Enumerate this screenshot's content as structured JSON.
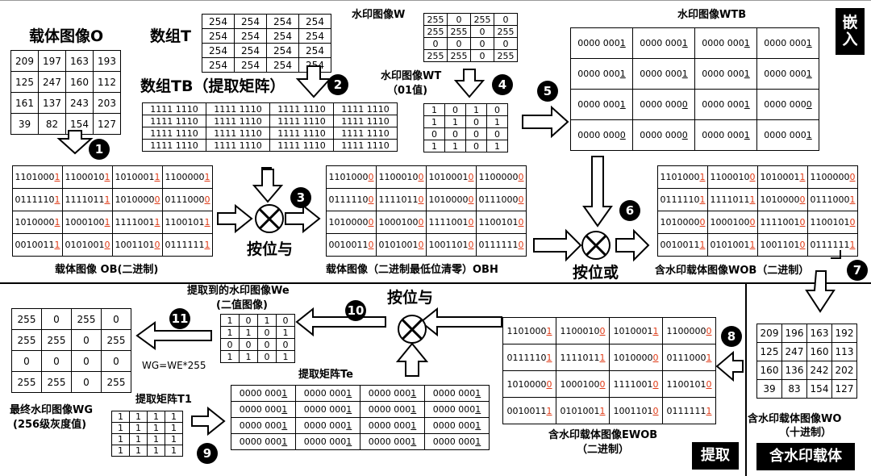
{
  "labels": {
    "o_title": "载体图像O",
    "t_title": "数组T",
    "tb_title": "数组TB（提取矩阵）",
    "w_title": "水印图像W",
    "wt_title_1": "水印图像WT",
    "wt_title_2": "（01值)",
    "wtb_title": "水印图像WTB",
    "embed": "嵌入",
    "ob_title": "载体图像 OB(二进制)",
    "obh_title": "载体图像（二进制最低位清零）OBH",
    "and_label_1": "按位与",
    "or_label": "按位或",
    "wob_title": "含水印载体图像WOB（二进制）",
    "we_title_1": "提取到的水印图像We",
    "we_title_2": "(二值图像)",
    "and_label_2": "按位与",
    "wg_formula": "WG=WE*255",
    "wg_title_1": "最终水印图像WG",
    "wg_title_2": "(256级灰度值)",
    "t1_title": "提取矩阵T1",
    "te_title": "提取矩阵Te",
    "ewob_title_1": "含水印载体图像EWOB",
    "ewob_title_2": "（二进制）",
    "extract": "提取",
    "wo_title_1": "含水印载体图像WO",
    "wo_title_2": "（十进制）",
    "carrier_box": "含水印载体"
  },
  "steps": [
    "1",
    "2",
    "3",
    "4",
    "5",
    "6",
    "7",
    "8",
    "9",
    "10",
    "11"
  ],
  "matrix_O": [
    [
      "209",
      "197",
      "163",
      "193"
    ],
    [
      "125",
      "247",
      "160",
      "112"
    ],
    [
      "161",
      "137",
      "243",
      "203"
    ],
    [
      "39",
      "82",
      "154",
      "127"
    ]
  ],
  "matrix_T": [
    [
      "254",
      "254",
      "254",
      "254"
    ],
    [
      "254",
      "254",
      "254",
      "254"
    ],
    [
      "254",
      "254",
      "254",
      "254"
    ],
    [
      "254",
      "254",
      "254",
      "254"
    ]
  ],
  "matrix_TB": [
    [
      "1111 1110",
      "1111 1110",
      "1111 1110",
      "1111 1110"
    ],
    [
      "1111 1110",
      "1111 1110",
      "1111 1110",
      "1111 1110"
    ],
    [
      "1111 1110",
      "1111 1110",
      "1111 1110",
      "1111 1110"
    ],
    [
      "1111 1110",
      "1111 1110",
      "1111 1110",
      "1111 1110"
    ]
  ],
  "matrix_W": [
    [
      "255",
      "0",
      "255",
      "0"
    ],
    [
      "255",
      "255",
      "0",
      "255"
    ],
    [
      "0",
      "0",
      "0",
      "0"
    ],
    [
      "255",
      "255",
      "0",
      "255"
    ]
  ],
  "matrix_WT": [
    [
      "1",
      "0",
      "1",
      "0"
    ],
    [
      "1",
      "1",
      "0",
      "1"
    ],
    [
      "0",
      "0",
      "0",
      "0"
    ],
    [
      "1",
      "1",
      "0",
      "1"
    ]
  ],
  "matrix_WTB": [
    [
      "0000 0001",
      "0000 0001",
      "0000 0001",
      "0000 0001"
    ],
    [
      "0000 0001",
      "0000 0001",
      "0000 0001",
      "0000 0001"
    ],
    [
      "0000 0001",
      "0000 0000",
      "0000 0001",
      "0000 0000"
    ],
    [
      "0000 0000",
      "0000 0000",
      "0000 0001",
      "0000 0001"
    ]
  ],
  "matrix_OB": [
    [
      "11010001",
      "11000101",
      "10100011",
      "11000001"
    ],
    [
      "01111101",
      "11110111",
      "10100000",
      "01110000"
    ],
    [
      "10100001",
      "10001001",
      "11110011",
      "11001011"
    ],
    [
      "00100111",
      "01010010",
      "10011010",
      "01111111"
    ]
  ],
  "matrix_OBH": [
    [
      "11010000",
      "11000100",
      "10100010",
      "11000000"
    ],
    [
      "01111100",
      "11110110",
      "10100000",
      "01110000"
    ],
    [
      "10100000",
      "10001000",
      "11110010",
      "11001010"
    ],
    [
      "00100110",
      "01010010",
      "10011010",
      "01111110"
    ]
  ],
  "matrix_WOB": [
    [
      "11010001",
      "11000100",
      "10100011",
      "11000000"
    ],
    [
      "01111101",
      "11110111",
      "10100000",
      "01110001"
    ],
    [
      "10100000",
      "10001000",
      "11110010",
      "11001010"
    ],
    [
      "00100111",
      "01010011",
      "10011010",
      "01111111"
    ]
  ],
  "matrix_EWOB": [
    [
      "11010001",
      "11000100",
      "10100011",
      "11000000"
    ],
    [
      "01111101",
      "11110111",
      "10100000",
      "01110001"
    ],
    [
      "10100000",
      "10001000",
      "11110010",
      "11001010"
    ],
    [
      "00100111",
      "01010011",
      "10011010",
      "01111111"
    ]
  ],
  "matrix_WO": [
    [
      "209",
      "196",
      "163",
      "192"
    ],
    [
      "125",
      "247",
      "160",
      "113"
    ],
    [
      "160",
      "136",
      "242",
      "202"
    ],
    [
      "39",
      "83",
      "154",
      "127"
    ]
  ],
  "matrix_We": [
    [
      "1",
      "0",
      "1",
      "0"
    ],
    [
      "1",
      "1",
      "0",
      "1"
    ],
    [
      "0",
      "0",
      "0",
      "0"
    ],
    [
      "1",
      "1",
      "0",
      "1"
    ]
  ],
  "matrix_WG": [
    [
      "255",
      "0",
      "255",
      "0"
    ],
    [
      "255",
      "255",
      "0",
      "255"
    ],
    [
      "0",
      "0",
      "0",
      "0"
    ],
    [
      "255",
      "255",
      "0",
      "255"
    ]
  ],
  "matrix_T1": [
    [
      "1",
      "1",
      "1",
      "1"
    ],
    [
      "1",
      "1",
      "1",
      "1"
    ],
    [
      "1",
      "1",
      "1",
      "1"
    ],
    [
      "1",
      "1",
      "1",
      "1"
    ]
  ],
  "matrix_Te": [
    [
      "0000 0001",
      "0000 0001",
      "0000 0001",
      "0000 0001"
    ],
    [
      "0000 0001",
      "0000 0001",
      "0000 0001",
      "0000 0001"
    ],
    [
      "0000 0001",
      "0000 0001",
      "0000 0001",
      "0000 0001"
    ],
    [
      "0000 0001",
      "0000 0001",
      "0000 0001",
      "0000 0001"
    ]
  ]
}
